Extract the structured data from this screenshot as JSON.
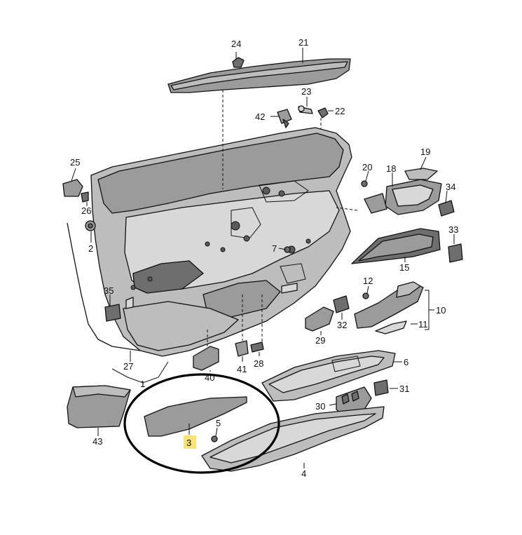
{
  "labels": {
    "l1": "1",
    "l2": "2",
    "l3": "3",
    "l4": "4",
    "l5": "5",
    "l6": "6",
    "l7": "7",
    "l10": "10",
    "l11": "11",
    "l12": "12",
    "l15": "15",
    "l18": "18",
    "l19": "19",
    "l20": "20",
    "l21": "21",
    "l22": "22",
    "l23": "23",
    "l24": "24",
    "l25": "25",
    "l26": "26",
    "l27": "27",
    "l28": "28",
    "l29": "29",
    "l30": "30",
    "l31": "31",
    "l32": "32",
    "l33": "33",
    "l34": "34",
    "l35": "35",
    "l40": "40",
    "l41": "41",
    "l42": "42",
    "l43": "43"
  },
  "highlight": {
    "part": "3",
    "color": "#f8e37a"
  }
}
